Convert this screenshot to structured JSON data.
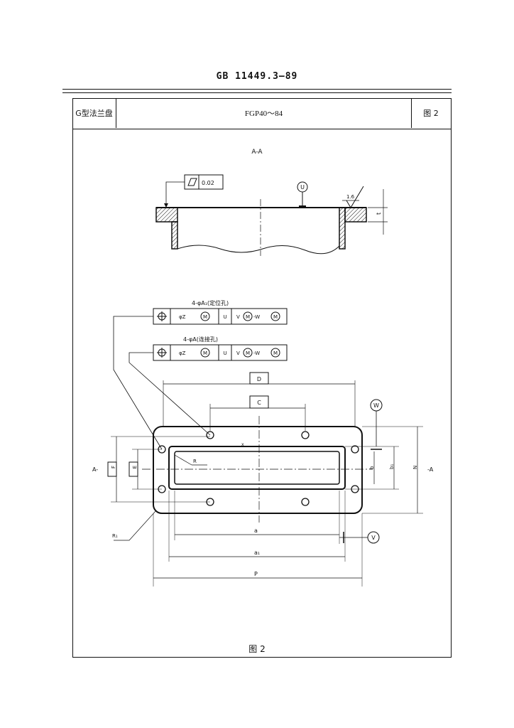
{
  "standard_number": "GB 11449.3—89",
  "header": {
    "type_name": "G型法兰盘",
    "model_range": "FGP40～84",
    "figure_tag": "图 2"
  },
  "section_view": {
    "section_label": "A-A",
    "flatness_symbol": "parallelogram",
    "flatness_value": "0.02",
    "datum_u": "U",
    "roughness_value": "1.6",
    "dim_t": "t"
  },
  "plan_view": {
    "locating_holes_callout": "4-φA₁(定位孔)",
    "connecting_holes_callout": "4-φA(连接孔)",
    "frame_locating": {
      "diameter": "φZ",
      "datum1": "U",
      "datum2": "V",
      "datum3": "-W",
      "modifier": "M"
    },
    "frame_connecting": {
      "diameter": "φZ",
      "datum1": "U",
      "datum2": "V",
      "datum3": "-W",
      "modifier": "M"
    },
    "dim_D": "D",
    "dim_C": "C",
    "dim_E": "E",
    "dim_F": "F",
    "dim_N": "N",
    "dim_b": "b",
    "dim_b1": "b₁",
    "dim_a": "a",
    "dim_a1": "a₁",
    "dim_P": "P",
    "radius_R": "R",
    "radius_R1": "R₁",
    "datum_W": "W",
    "datum_V": "V",
    "section_mark_left": "A-",
    "section_mark_right": "-A",
    "centerline_label": "x"
  },
  "caption": "图 2"
}
